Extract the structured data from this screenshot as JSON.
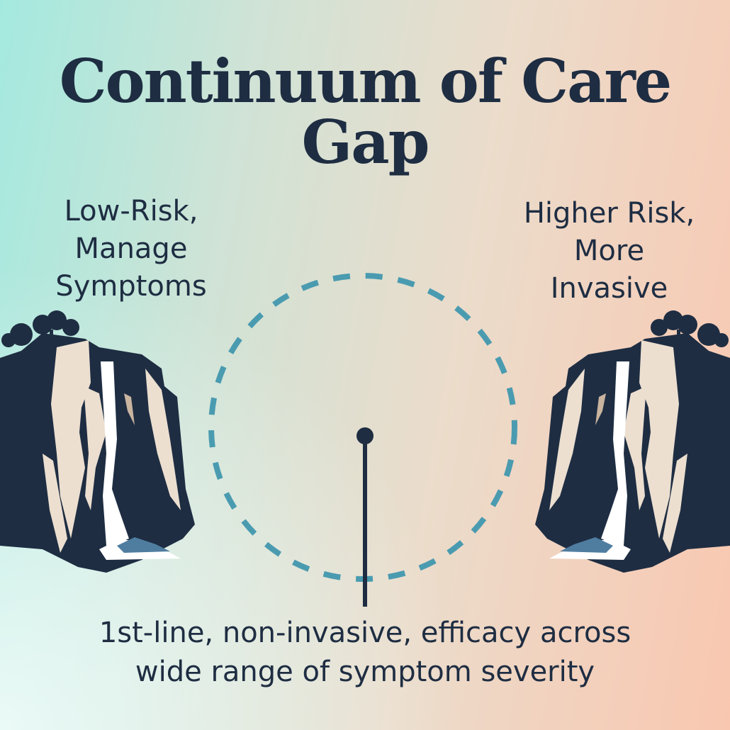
{
  "title": {
    "line1": "Continuum of Care",
    "line2": "Gap"
  },
  "left_label": {
    "line1": "Low-Risk,",
    "line2": "Manage",
    "line3": "Symptoms"
  },
  "right_label": {
    "line1": "Higher Risk,",
    "line2": "More",
    "line3": "Invasive"
  },
  "caption": {
    "line1": "1st-line, non-invasive, efficacy across",
    "line2": "wide range of symptom severity"
  },
  "colors": {
    "navy": "#1e2d42",
    "accent": "#4a9bb0",
    "rock": "#ecdfd0",
    "rock_shade": "#c9b49f"
  }
}
